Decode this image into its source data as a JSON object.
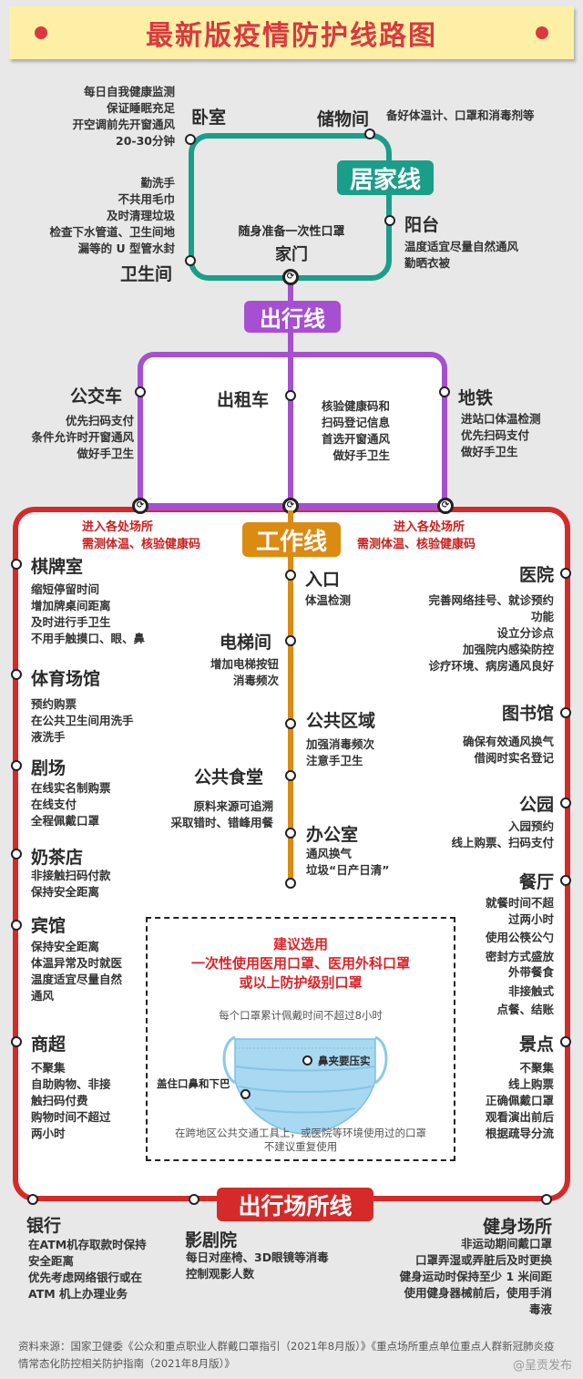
{
  "title": "最新版疫情防护线路图",
  "colors": {
    "title_red": "#d83a3f",
    "title_bg": "#fdf0a6",
    "home_line": "#1a9e8a",
    "travel_line": "#a64fd2",
    "work_line": "#db8a12",
    "venue_line": "#d62a2a",
    "note_red": "#c8201e"
  },
  "home_line": {
    "label": "居家线",
    "center_note": "随身准备一次性口罩",
    "door": "家门",
    "stations": [
      {
        "name": "卧室",
        "tips": [
          "每日自我健康监测",
          "保证睡眠充足",
          "开空调前先开窗通风",
          "20-30分钟"
        ]
      },
      {
        "name": "储物间",
        "tips": [
          "备好体温计、口罩和消毒剂等"
        ]
      },
      {
        "name": "阳台",
        "tips": [
          "温度适宜尽量自然通风",
          "勤晒衣被"
        ]
      },
      {
        "name": "卫生间",
        "tips": [
          "勤洗手",
          "不共用毛巾",
          "及时清理垃圾",
          "检查下水管道、卫生间地",
          "漏等的 U 型管水封"
        ]
      }
    ]
  },
  "travel_line": {
    "label": "出行线",
    "stations": [
      {
        "name": "公交车",
        "tips": [
          "优先扫码支付",
          "条件允许时开窗通风",
          "做好手卫生"
        ]
      },
      {
        "name": "出租车",
        "tips": [
          "核验健康码和",
          "扫码登记信息",
          "首选开窗通风",
          "做好手卫生"
        ]
      },
      {
        "name": "地铁",
        "tips": [
          "进站口体温检测",
          "优先扫码支付",
          "做好手卫生"
        ]
      }
    ]
  },
  "work_line": {
    "label": "工作线",
    "entry_note_left": [
      "进入各处场所",
      "需测体温、核验健康码"
    ],
    "entry_note_right": [
      "进入各处场所",
      "需测体温、核验健康码"
    ],
    "stations": [
      {
        "name": "入口",
        "tips": [
          "体温检测"
        ]
      },
      {
        "name": "电梯间",
        "tips": [
          "增加电梯按钮",
          "消毒频次"
        ]
      },
      {
        "name": "公共区域",
        "tips": [
          "加强消毒频次",
          "注意手卫生"
        ]
      },
      {
        "name": "公共食堂",
        "tips": [
          "原料来源可追溯",
          "采取错时、错峰用餐"
        ]
      },
      {
        "name": "办公室",
        "tips": [
          "通风换气",
          "垃圾“日产日清”"
        ]
      }
    ]
  },
  "venue_line": {
    "label": "出行场所线",
    "left_stations": [
      {
        "name": "棋牌室",
        "tips": [
          "缩短停留时间",
          "增加牌桌间距离",
          "及时进行手卫生",
          "不用手触摸口、眼、鼻"
        ]
      },
      {
        "name": "体育场馆",
        "tips": [
          "预约购票",
          "在公共卫生间用洗手",
          "液洗手"
        ]
      },
      {
        "name": "剧场",
        "tips": [
          "在线实名制购票",
          "在线支付",
          "全程佩戴口罩"
        ]
      },
      {
        "name": "奶茶店",
        "tips": [
          "非接触扫码付款",
          "保持安全距离"
        ]
      },
      {
        "name": "宾馆",
        "tips": [
          "保持安全距离",
          "体温异常及时就医",
          "温度适宜尽量自然",
          "通风"
        ]
      },
      {
        "name": "商超",
        "tips": [
          "不聚集",
          "自助购物、非接",
          "触扫码付费",
          "购物时间不超过",
          "两小时"
        ]
      }
    ],
    "right_stations": [
      {
        "name": "医院",
        "tips": [
          "完善网络挂号、就诊预约",
          "功能",
          "设立分诊点",
          "加强院内感染防控",
          "诊疗环境、病房通风良好"
        ]
      },
      {
        "name": "图书馆",
        "tips": [
          "确保有效通风换气",
          "借阅时实名登记"
        ]
      },
      {
        "name": "公园",
        "tips": [
          "入园预约",
          "线上购票、扫码支付"
        ]
      },
      {
        "name": "餐厅",
        "tips": [
          "就餐时间不超",
          "过两小时",
          "使用公筷公勺",
          "密封方式盛放",
          "外带餐食",
          "非接触式",
          "点餐、结账"
        ]
      },
      {
        "name": "景点",
        "tips": [
          "不聚集",
          "线上购票",
          "正确佩戴口罩",
          "观看演出前后",
          "根据疏导分流"
        ]
      }
    ],
    "bottom_stations": [
      {
        "name": "银行",
        "tips": [
          "在ATM机存取款时保持",
          "安全距离",
          "优先考虑网络银行或在",
          "ATM 机上办理业务"
        ]
      },
      {
        "name": "影剧院",
        "tips": [
          "每日对座椅、3D眼镜等消毒",
          "控制观影人数"
        ]
      },
      {
        "name": "健身场所",
        "tips": [
          "非运动期间戴口罩",
          "口罩弄湿或弄脏后及时更换",
          "健身运动时保持至少 1 米间距",
          "使用健身器械前后，使用手消",
          "毒液"
        ]
      }
    ]
  },
  "mask_box": {
    "headline": [
      "建议选用",
      "一次性使用医用口罩、医用外科口罩",
      "或以上防护级别口罩"
    ],
    "duration_note": "每个口罩累计佩戴时间不超过8小时",
    "nose_clip_label": "鼻夹要压实",
    "cover_label": "盖住口鼻和下巴",
    "reuse_note": [
      "在跨地区公共交通工具上，或医院等环境使用过的口罩",
      "不建议重复使用"
    ]
  },
  "source": "资料来源：国家卫健委《公众和重点职业人群戴口罩指引（2021年8月版）》《重点场所重点单位重点人群新冠肺炎疫情常态化防控相关防护指南（2021年8月版）》",
  "watermark": "@呈贡发布"
}
